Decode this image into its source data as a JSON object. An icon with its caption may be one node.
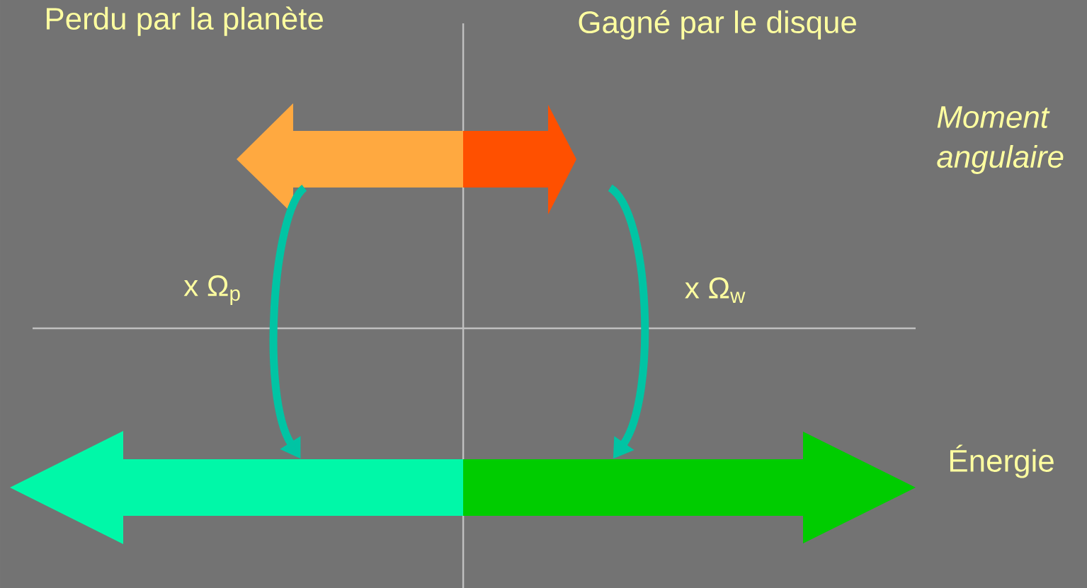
{
  "diagram": {
    "nodes": [
      {
        "text": [],
        "shape": "arrow"
      },
      {
        "text": [],
        "shape": "arrow"
      },
      {
        "text": [],
        "shape": "arrow"
      },
      {
        "text": [],
        "shape": "arrow"
      }
    ],
    "edges": [
      {
        "from": 0,
        "to": 2,
        "arrow": "to",
        "label": "x Ω$_{p}$"
      },
      {
        "from": 1,
        "to": 3,
        "arrow": "to",
        "label": "x Ω$_{w}$"
      }
    ],
    "labels": [
      "Perdu par la planète",
      "Gagné par le disque",
      "Moment angulaire",
      "Énergie"
    ]
  }
}
